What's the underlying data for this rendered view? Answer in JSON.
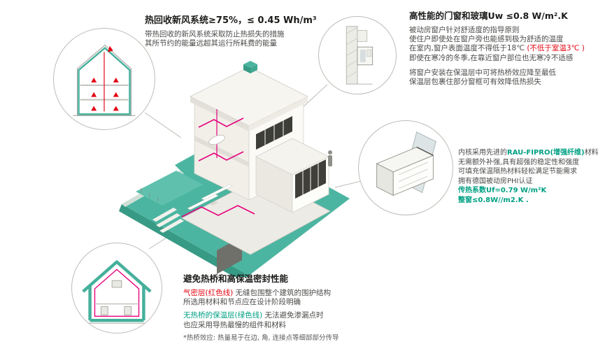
{
  "colors": {
    "teal": "#4CB5A1",
    "teal_dark": "#379A85",
    "green_text": "#00A083",
    "red_text": "#E30613",
    "magenta_line": "#E5007D"
  },
  "hrv": {
    "title": "热回收新风系统≥75%，≤ 0.45 Wh/m³",
    "body1": "带热回收的新风系统采取防止热损失的措施",
    "body2": "其所节约的能量远超其运行所耗费的能量"
  },
  "windows": {
    "title": "高性能的门窗和玻璃Uw ≤0.8 W/m².K",
    "l1": "被动房窗户针对舒适度的指导原则",
    "l2": "使住户即使处在窗户旁也能感到极为舒适的温度",
    "l3a": "在室内,窗户表面温度不得低于18℃ ",
    "l3b": "(不低于室温3℃ )",
    "l4": "即使在寒冷的冬季,在靠近窗户部位也无寒冷不适感",
    "l5": "将窗户安装在保温层中可将热桥效应降至最低",
    "l6": "保温层包裹住部分窗框可有效降低热损失"
  },
  "material": {
    "l1a": "内核采用先进的",
    "l1b": "RAU-FIPRO(增强纤维)",
    "l1c": "材料",
    "l2": "无需额外补强,具有超强的稳定性和强度",
    "l3": "可填充保温隔热材料轻松满足节能需求",
    "l4": "拥有德国被动房PHI认证",
    "l5": "传热系数Uf=0.79 W/m²K",
    "l6": "整窗≤0.8W//m2.K ."
  },
  "thermal": {
    "title": "避免热桥和高保温密封性能",
    "l1a": "气密层(红色线)",
    "l1b": " 无缝包围整个建筑的围护结构",
    "l2": "所选用材料和节点应在设计阶段明确",
    "l3a": "无热桥的保温层(绿色线)",
    "l3b": " 无法避免渗漏点时",
    "l4": "也应采用导热最慢的组件和材料",
    "l5": "*热桥效应: 热量易于在边, 角, 连接点等细部部分传导"
  }
}
